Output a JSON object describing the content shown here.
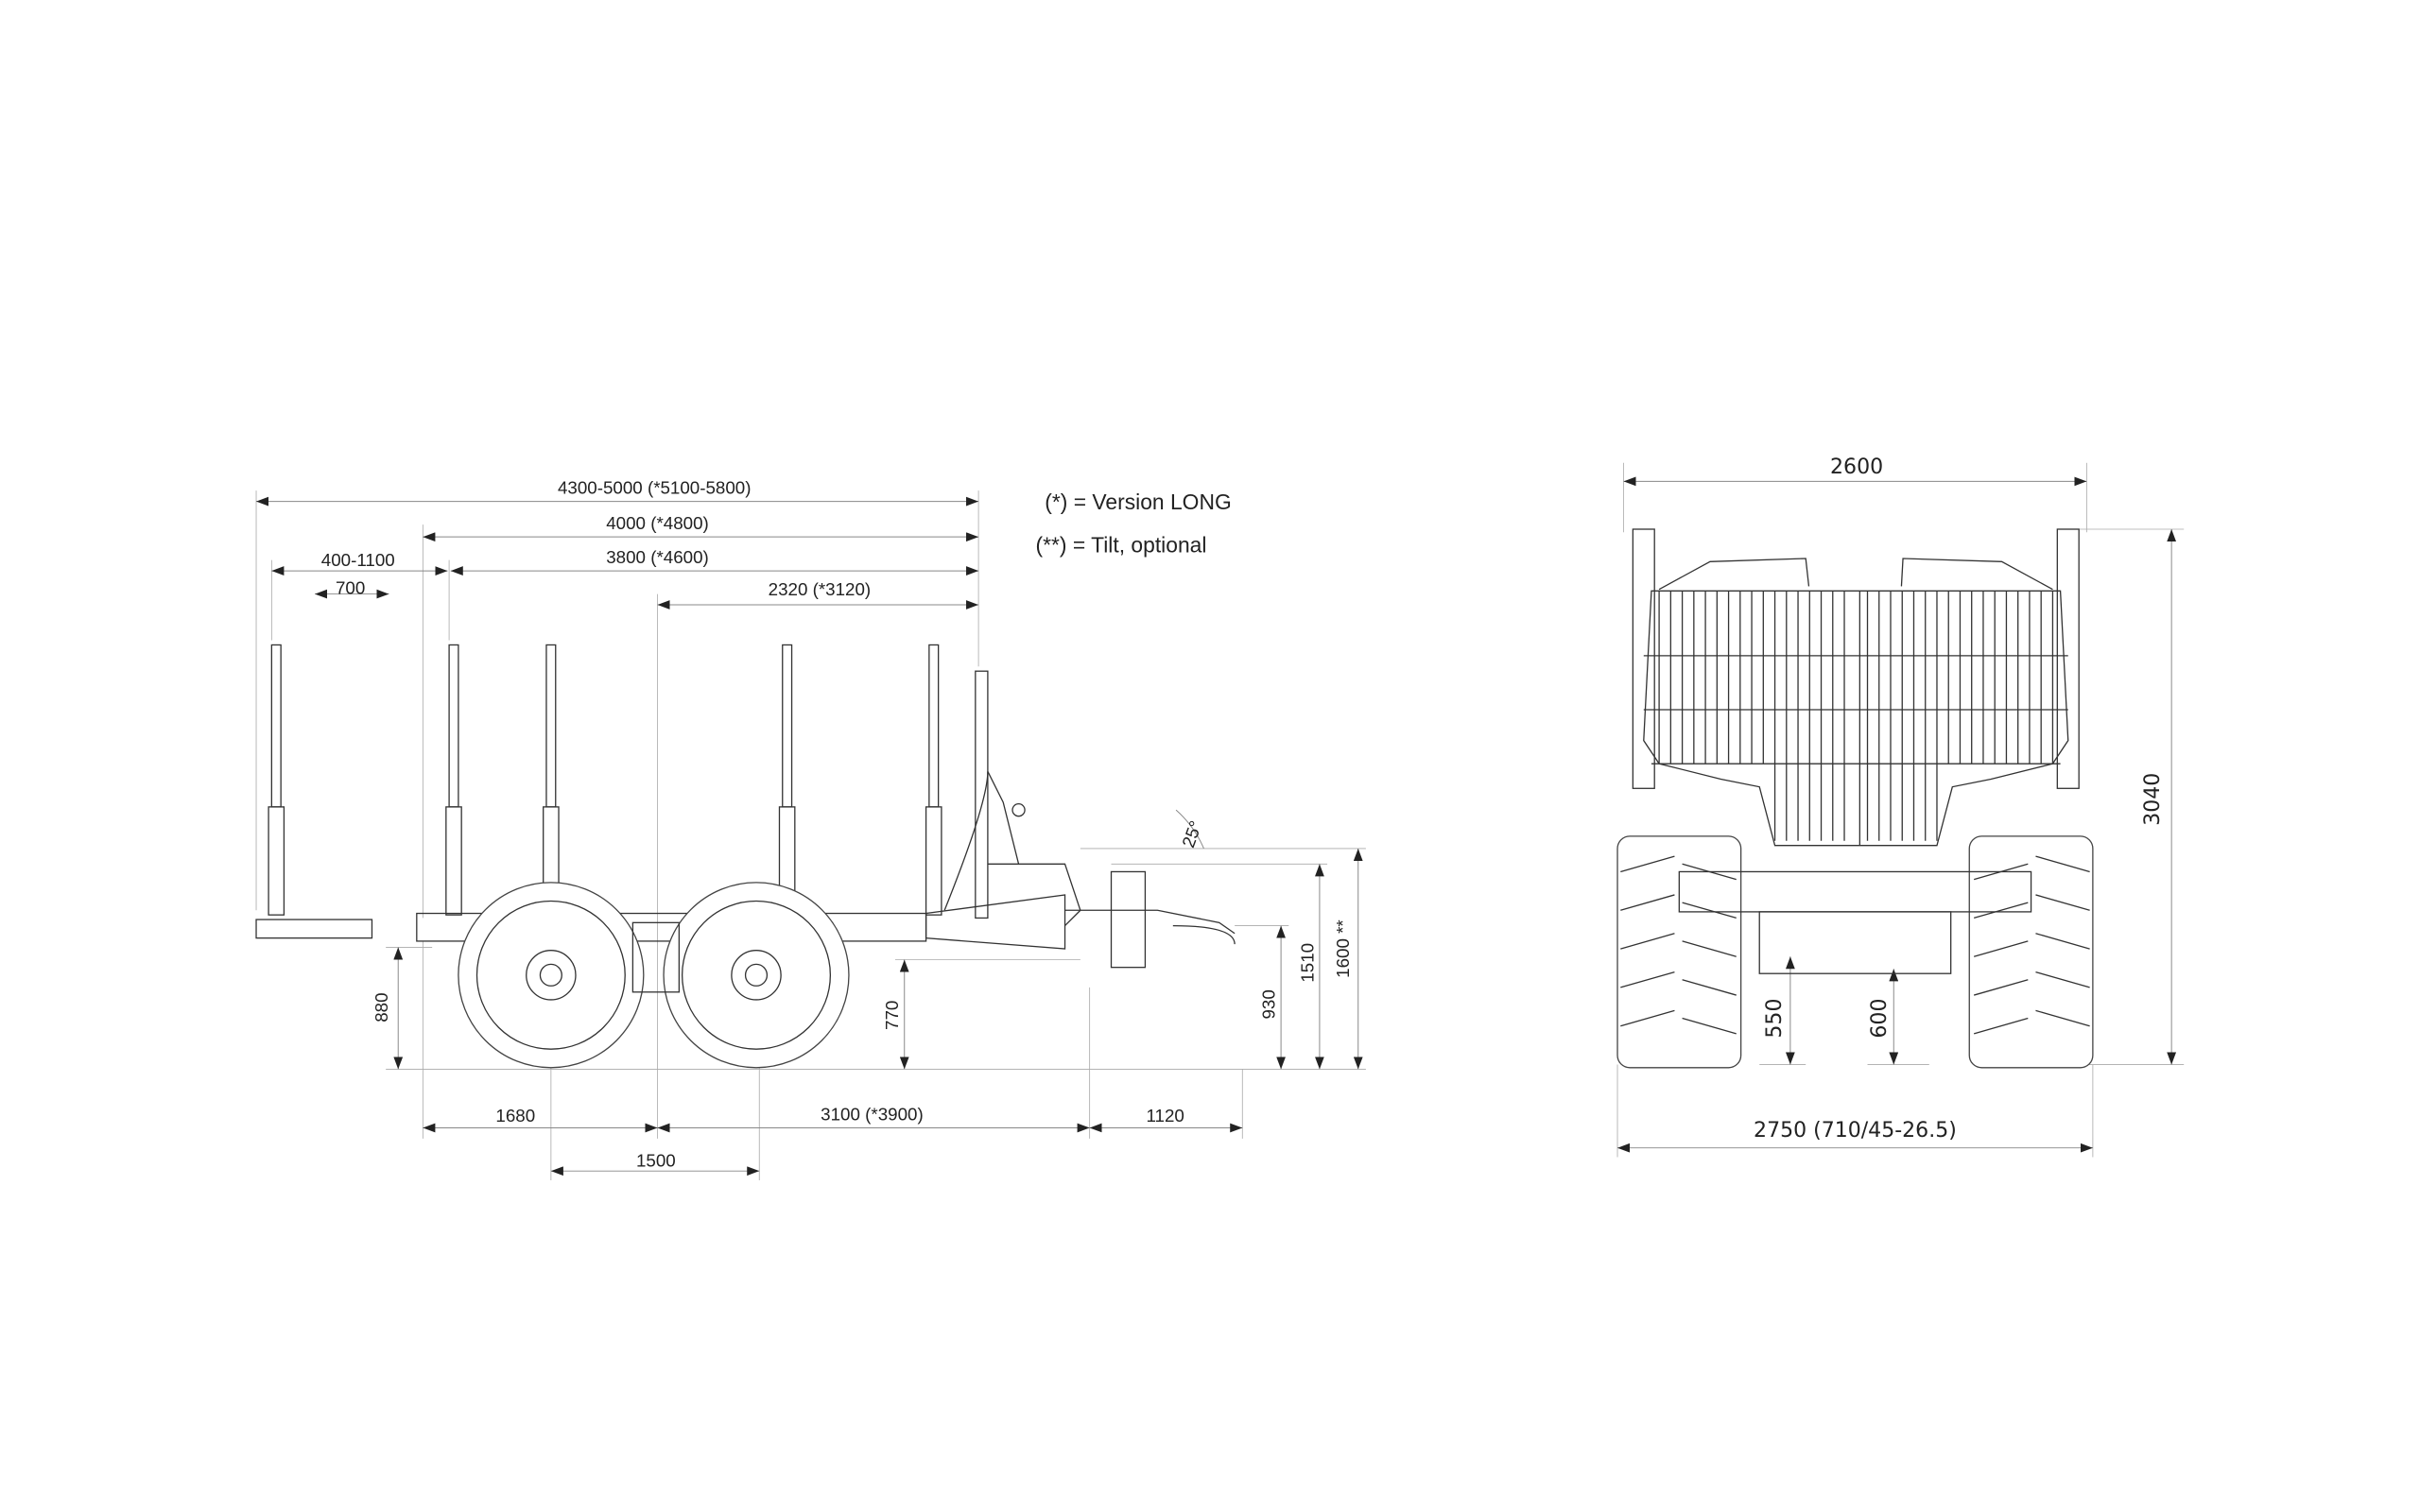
{
  "side_view": {
    "dimensions": {
      "overall_length": "4300-5000 (*5100-5800)",
      "bunk_length": "4000 (*4800)",
      "load_length": "3800 (*4600)",
      "extension": "400-1100",
      "stake_step": "700",
      "front_length": "2320 (*3120)",
      "rear_overhang": "1680",
      "bogie_to_hitch": "3100 (*3900)",
      "hitch_extension": "1120",
      "bogie_spacing": "1500",
      "rear_height": "880",
      "frame_height": "770",
      "hitch_height": "930",
      "drawbar_height": "1510",
      "tilt_height": "1600 **",
      "tilt_angle": "25°"
    },
    "notes": [
      "(*) = Version LONG",
      "(**) = Tilt, optional"
    ]
  },
  "front_view": {
    "dimensions": {
      "bunk_width": "2600",
      "total_height": "3040",
      "overall_width": "2750 (710/45-26.5)",
      "ground_clearance_axle": "550",
      "ground_clearance_frame": "600"
    }
  }
}
